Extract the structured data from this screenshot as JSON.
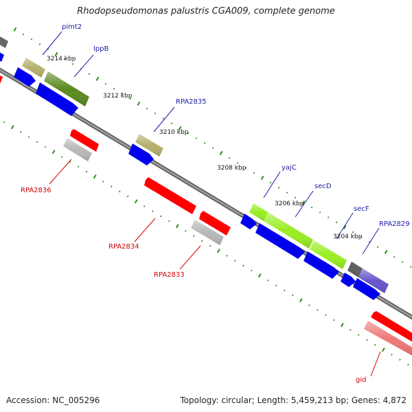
{
  "title": "Rhodopseudomonas palustris CGA009, complete genome",
  "footer": {
    "accession": "Accession: NC_005296",
    "summary": "Topology: circular; Length: 5,459,213 bp; Genes: 4,872"
  },
  "colors": {
    "backbone": "#808080",
    "tick": "#2e8b1e",
    "forward_cds": "#0000ee",
    "reverse_cds": "#ff0000",
    "label_forward": "#1a1aa6",
    "label_reverse": "#d00000",
    "green_dark": "#5a8a20",
    "green_light": "#99ee22",
    "khaki": "#b5b06e",
    "gray": "#b8b8b8",
    "dark_gray": "#606060",
    "purple": "#6655cc",
    "pink": "#ee7777"
  },
  "kbp_labels": [
    "3214 kbp",
    "3212 kbp",
    "3210 kbp",
    "3208 kbp",
    "3206 kbp",
    "3204 kbp"
  ],
  "gene_labels": {
    "forward": [
      "pimt2",
      "lppB",
      "RPA2835",
      "yajC",
      "secD",
      "secF",
      "RPA2829"
    ],
    "reverse": [
      "RPA2836",
      "RPA2834",
      "RPA2833",
      "gid"
    ]
  }
}
